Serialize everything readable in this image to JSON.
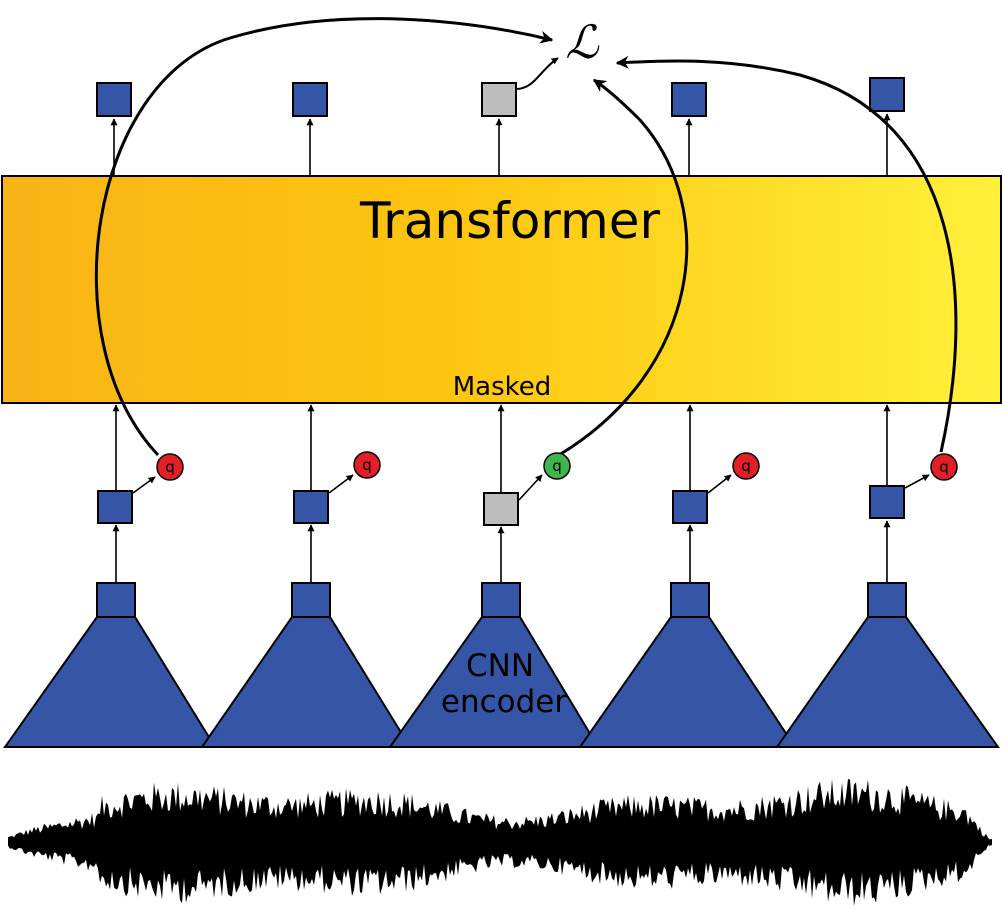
{
  "labels": {
    "transformer": "Transformer",
    "masked": "Masked",
    "cnn_line1": "CNN",
    "cnn_line2": "encoder",
    "loss": "ℒ",
    "quantizer": "q"
  },
  "columns": [
    {
      "masked": false
    },
    {
      "masked": false
    },
    {
      "masked": true
    },
    {
      "masked": false
    },
    {
      "masked": false
    }
  ],
  "colors": {
    "encoder_blue": "#3556a6",
    "masked_gray": "#bdbdbd",
    "q_red": "#e21f26",
    "q_green": "#3fb54a",
    "transformer_left": "#f9b418",
    "transformer_mid": "#fec50f",
    "transformer_right": "#fff03a",
    "waveform": "#000000"
  }
}
